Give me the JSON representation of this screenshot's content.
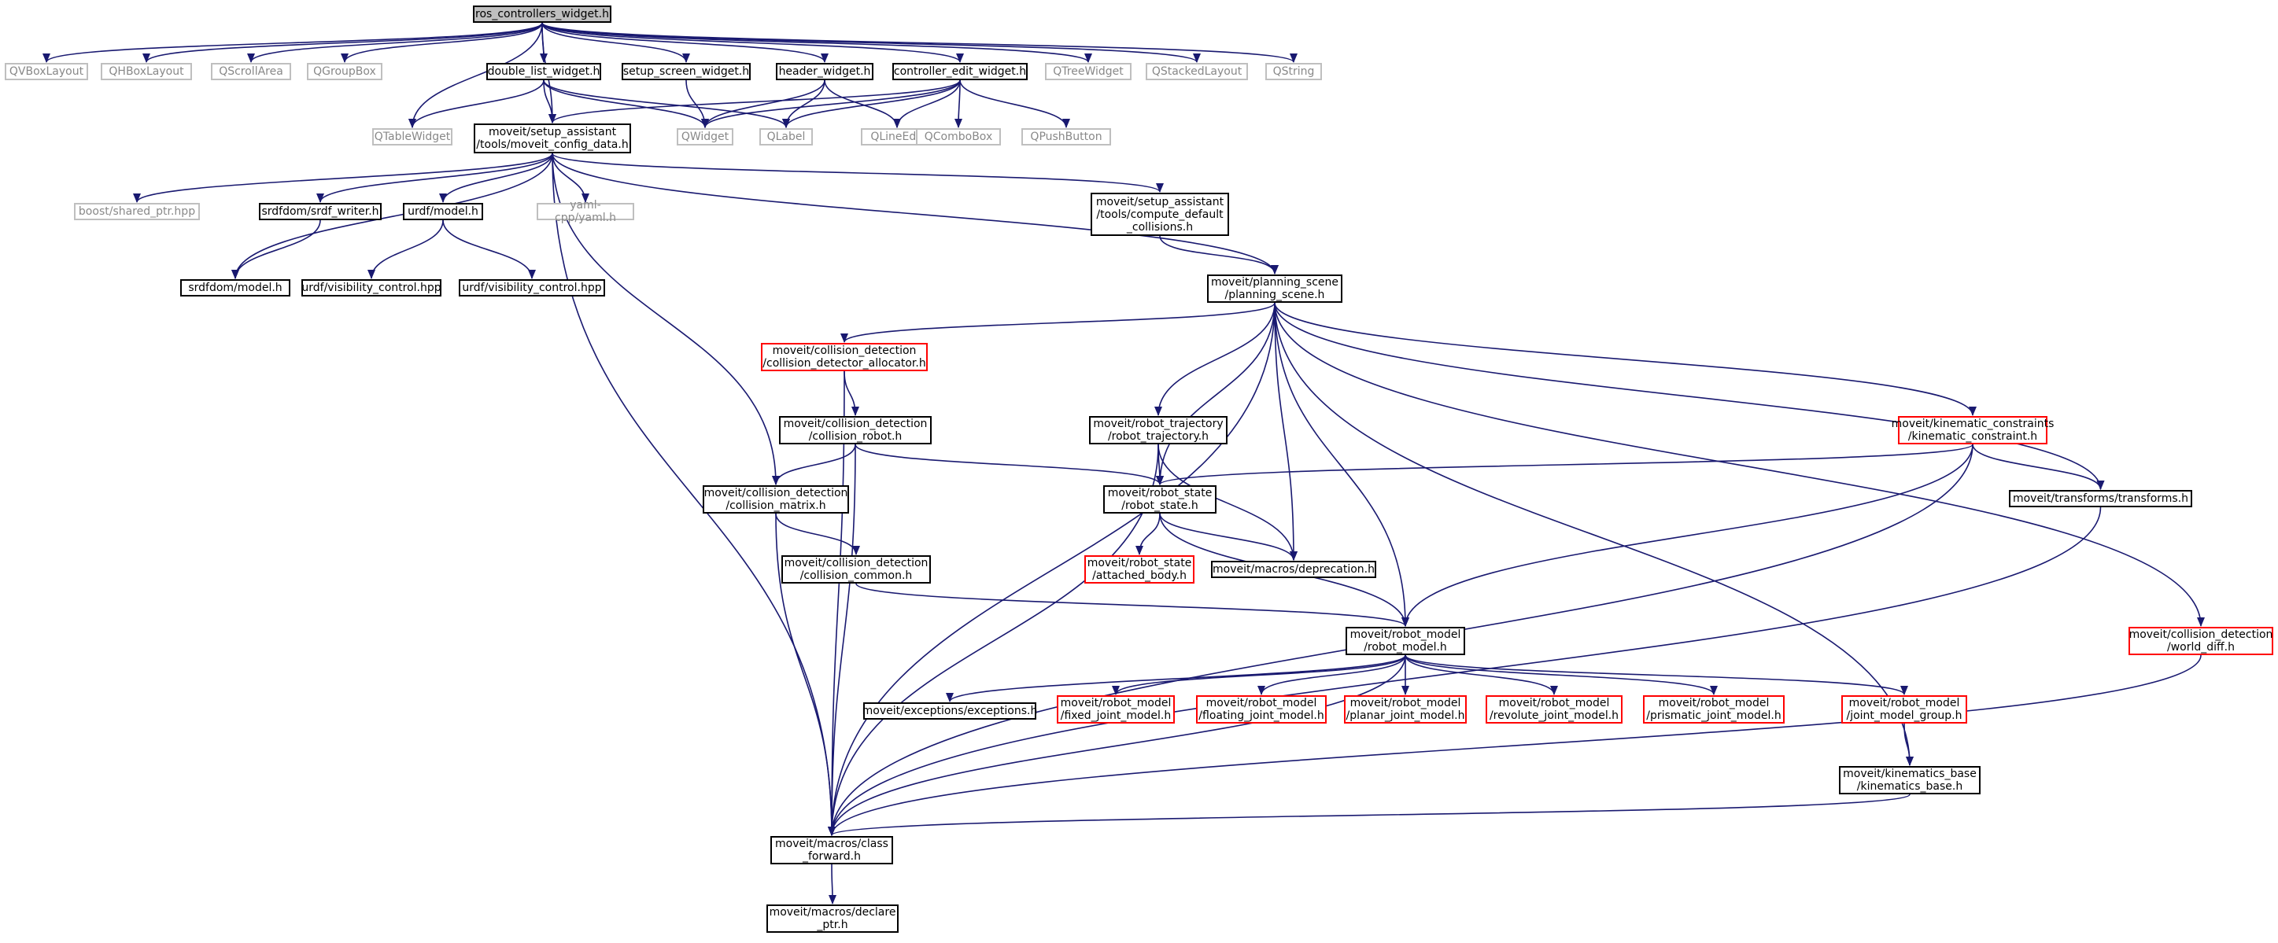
{
  "diagram": {
    "edge_color": "#191970",
    "node_border_colors": {
      "internal": "#000000",
      "external": "#bfbfbf",
      "incomplete": "#ff0000"
    },
    "root_fill": "#bfbfbf",
    "nodes": {
      "root": "ros_controllers_widget.h",
      "qvbox": "QVBoxLayout",
      "qhbox": "QHBoxLayout",
      "qscroll": "QScrollArea",
      "qgroup": "QGroupBox",
      "dlw": "double_list_widget.h",
      "ssw": "setup_screen_widget.h",
      "hw": "header_widget.h",
      "cew": "controller_edit_widget.h",
      "qtree": "QTreeWidget",
      "qstacked": "QStackedLayout",
      "qstring": "QString",
      "qtable": "QTableWidget",
      "mcd": "moveit/setup_assistant\n/tools/moveit_config_data.h",
      "qwidget": "QWidget",
      "qlabel": "QLabel",
      "qline": "QLineEdit",
      "qcombo": "QComboBox",
      "qpush": "QPushButton",
      "boost": "boost/shared_ptr.hpp",
      "srdfw": "srdfdom/srdf_writer.h",
      "urdfm": "urdf/model.h",
      "yaml": "yaml-cpp/yaml.h",
      "ccdc": "moveit/setup_assistant\n/tools/compute_default\n_collisions.h",
      "srdfm": "srdfdom/model.h",
      "urdfv1": "urdf/visibility_control.hpp",
      "urdfv2": "urdf/visibility_control.hpp",
      "ps": "moveit/planning_scene\n/planning_scene.h",
      "cda": "moveit/collision_detection\n/collision_detector_allocator.h",
      "cr": "moveit/collision_detection\n/collision_robot.h",
      "rt": "moveit/robot_trajectory\n/robot_trajectory.h",
      "kc": "moveit/kinematic_constraints\n/kinematic_constraint.h",
      "cm": "moveit/collision_detection\n/collision_matrix.h",
      "rs": "moveit/robot_state\n/robot_state.h",
      "tf": "moveit/transforms/transforms.h",
      "cc": "moveit/collision_detection\n/collision_common.h",
      "ab": "moveit/robot_state\n/attached_body.h",
      "dep": "moveit/macros/deprecation.h",
      "rm": "moveit/robot_model\n/robot_model.h",
      "wd": "moveit/collision_detection\n/world_diff.h",
      "exc": "moveit/exceptions/exceptions.h",
      "fjm": "moveit/robot_model\n/fixed_joint_model.h",
      "fljm": "moveit/robot_model\n/floating_joint_model.h",
      "pjm": "moveit/robot_model\n/planar_joint_model.h",
      "rjm": "moveit/robot_model\n/revolute_joint_model.h",
      "prjm": "moveit/robot_model\n/prismatic_joint_model.h",
      "jmg": "moveit/robot_model\n/joint_model_group.h",
      "kb": "moveit/kinematics_base\n/kinematics_base.h",
      "cf": "moveit/macros/class\n_forward.h",
      "dp": "moveit/macros/declare\n_ptr.h"
    },
    "edges": [
      [
        "root",
        "qvbox"
      ],
      [
        "root",
        "qhbox"
      ],
      [
        "root",
        "qscroll"
      ],
      [
        "root",
        "qgroup"
      ],
      [
        "root",
        "dlw"
      ],
      [
        "root",
        "ssw"
      ],
      [
        "root",
        "hw"
      ],
      [
        "root",
        "cew"
      ],
      [
        "root",
        "qtree"
      ],
      [
        "root",
        "qstacked"
      ],
      [
        "root",
        "qstring"
      ],
      [
        "root",
        "qtable"
      ],
      [
        "root",
        "mcd"
      ],
      [
        "dlw",
        "qtable"
      ],
      [
        "dlw",
        "mcd"
      ],
      [
        "dlw",
        "qwidget"
      ],
      [
        "dlw",
        "qlabel"
      ],
      [
        "ssw",
        "qwidget"
      ],
      [
        "hw",
        "qwidget"
      ],
      [
        "hw",
        "qlabel"
      ],
      [
        "hw",
        "qline"
      ],
      [
        "cew",
        "mcd"
      ],
      [
        "cew",
        "qwidget"
      ],
      [
        "cew",
        "qlabel"
      ],
      [
        "cew",
        "qline"
      ],
      [
        "cew",
        "qcombo"
      ],
      [
        "cew",
        "qpush"
      ],
      [
        "mcd",
        "boost"
      ],
      [
        "mcd",
        "srdfw"
      ],
      [
        "mcd",
        "urdfm"
      ],
      [
        "mcd",
        "yaml"
      ],
      [
        "mcd",
        "srdfm"
      ],
      [
        "mcd",
        "ccdc"
      ],
      [
        "mcd",
        "ps"
      ],
      [
        "mcd",
        "cm"
      ],
      [
        "mcd",
        "cf"
      ],
      [
        "srdfw",
        "srdfm"
      ],
      [
        "urdfm",
        "urdfv1"
      ],
      [
        "urdfm",
        "urdfv2"
      ],
      [
        "ccdc",
        "ps"
      ],
      [
        "ps",
        "cda"
      ],
      [
        "ps",
        "rt"
      ],
      [
        "ps",
        "rs"
      ],
      [
        "ps",
        "dep"
      ],
      [
        "ps",
        "rm"
      ],
      [
        "ps",
        "kb"
      ],
      [
        "ps",
        "kc"
      ],
      [
        "ps",
        "tf"
      ],
      [
        "ps",
        "wd"
      ],
      [
        "ps",
        "cf"
      ],
      [
        "cda",
        "cr"
      ],
      [
        "cda",
        "cf"
      ],
      [
        "cr",
        "cm"
      ],
      [
        "cr",
        "rs"
      ],
      [
        "cr",
        "cf"
      ],
      [
        "rt",
        "rs"
      ],
      [
        "rt",
        "dep"
      ],
      [
        "rt",
        "cf"
      ],
      [
        "kc",
        "rs"
      ],
      [
        "kc",
        "tf"
      ],
      [
        "kc",
        "rm"
      ],
      [
        "kc",
        "cf"
      ],
      [
        "cm",
        "cc"
      ],
      [
        "cm",
        "cf"
      ],
      [
        "rs",
        "ab"
      ],
      [
        "rs",
        "dep"
      ],
      [
        "rs",
        "rm"
      ],
      [
        "cc",
        "rm"
      ],
      [
        "tf",
        "cf"
      ],
      [
        "wd",
        "cf"
      ],
      [
        "rm",
        "exc"
      ],
      [
        "rm",
        "fjm"
      ],
      [
        "rm",
        "fljm"
      ],
      [
        "rm",
        "pjm"
      ],
      [
        "rm",
        "rjm"
      ],
      [
        "rm",
        "prjm"
      ],
      [
        "rm",
        "jmg"
      ],
      [
        "rm",
        "cf"
      ],
      [
        "jmg",
        "kb"
      ],
      [
        "kb",
        "cf"
      ],
      [
        "cf",
        "dp"
      ]
    ]
  }
}
